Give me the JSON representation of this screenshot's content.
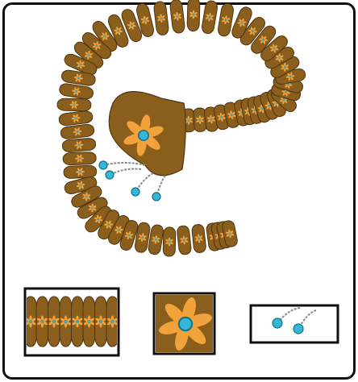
{
  "colors": {
    "body": "#8a5e1c",
    "body_dark": "#4e3410",
    "petal": "#f2a23a",
    "nucleus": "#35b6d6",
    "nucleus_dark": "#11728d",
    "frame": "#111111",
    "chain": "#8a8a8a"
  },
  "icons": {
    "segment": "chromatin-segment",
    "flower": "orange-flower-motif",
    "bead": "blue-bead"
  }
}
